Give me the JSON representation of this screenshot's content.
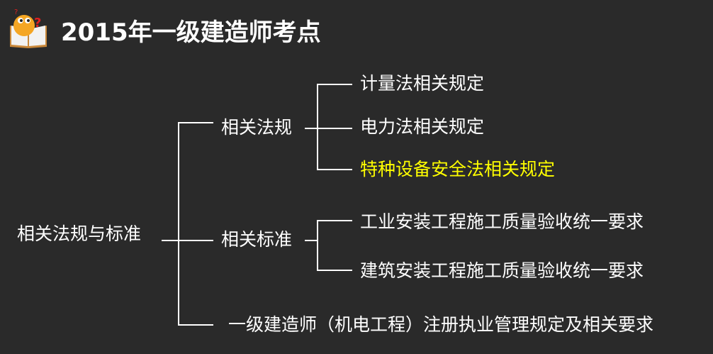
{
  "title": "2015年一级建造师考点",
  "root": "相关法规与标准",
  "branches": [
    {
      "label": "相关法规",
      "children": [
        "计量法相关规定",
        "电力法相关规定",
        "特种设备安全法相关规定"
      ]
    },
    {
      "label": "相关标准",
      "children": [
        "工业安装工程施工质量验收统一要求",
        "建筑安装工程施工质量验收统一要求"
      ]
    },
    {
      "label": "一级建造师（机电工程）注册执业管理规定及相关要求"
    }
  ],
  "colors": {
    "background": "#2a2a2a",
    "highlight": "#ffff00",
    "text": "#ffffff"
  }
}
